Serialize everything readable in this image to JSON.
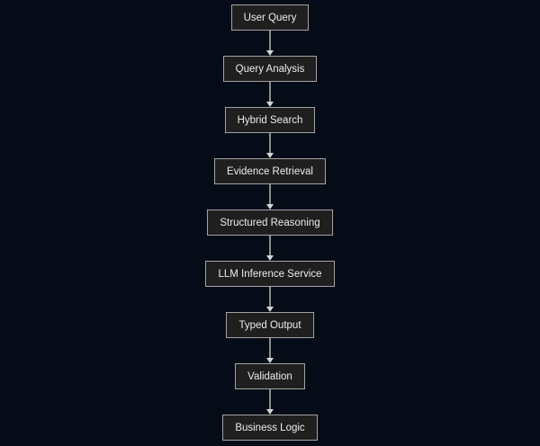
{
  "diagram": {
    "type": "flowchart",
    "direction": "top-down",
    "colors": {
      "background": "#050b17",
      "node_fill": "#1f1f1f",
      "node_border": "#a3a3a3",
      "node_text": "#ececec",
      "edge_line": "#8e8e8e",
      "edge_arrowhead": "#d4d4d4"
    },
    "nodes": [
      {
        "id": "user-query",
        "label": "User Query"
      },
      {
        "id": "query-analysis",
        "label": "Query Analysis"
      },
      {
        "id": "hybrid-search",
        "label": "Hybrid Search"
      },
      {
        "id": "evidence-retrieval",
        "label": "Evidence Retrieval"
      },
      {
        "id": "structured-reasoning",
        "label": "Structured Reasoning"
      },
      {
        "id": "llm-inference-service",
        "label": "LLM Inference Service"
      },
      {
        "id": "typed-output",
        "label": "Typed Output"
      },
      {
        "id": "validation",
        "label": "Validation"
      },
      {
        "id": "business-logic",
        "label": "Business Logic"
      }
    ],
    "edges": [
      {
        "from": "user-query",
        "to": "query-analysis"
      },
      {
        "from": "query-analysis",
        "to": "hybrid-search"
      },
      {
        "from": "hybrid-search",
        "to": "evidence-retrieval"
      },
      {
        "from": "evidence-retrieval",
        "to": "structured-reasoning"
      },
      {
        "from": "structured-reasoning",
        "to": "llm-inference-service"
      },
      {
        "from": "llm-inference-service",
        "to": "typed-output"
      },
      {
        "from": "typed-output",
        "to": "validation"
      },
      {
        "from": "validation",
        "to": "business-logic"
      }
    ]
  }
}
